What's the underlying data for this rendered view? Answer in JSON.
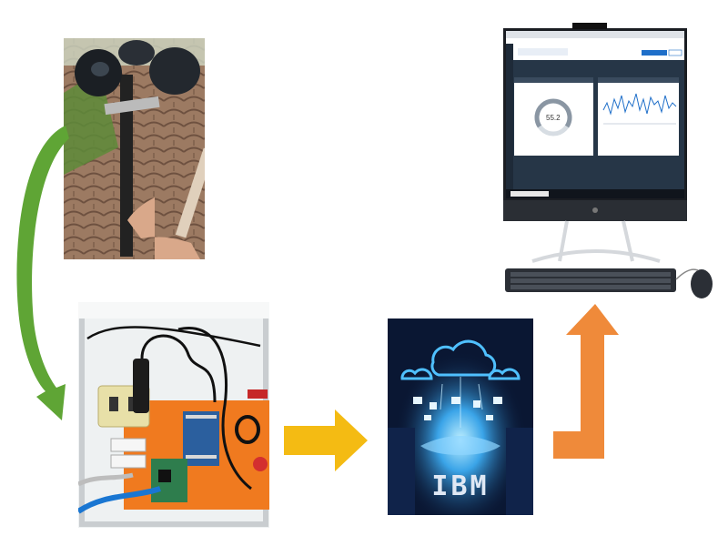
{
  "cloud_panel": {
    "brand": "IBM"
  },
  "dashboard": {
    "gauge_value": "55.2"
  },
  "colors": {
    "green_arrow": "#5fa535",
    "yellow_arrow": "#f4bb13",
    "orange_arrow": "#ef8a3a",
    "controller_board": "#f07a1f",
    "cloud_glow": "#4fc0ff",
    "dashboard_accent": "#1f6fc9"
  },
  "icons": [
    "anemometer-photo",
    "controller-box-photo",
    "cloud-computing-photo",
    "desktop-computer-icon"
  ]
}
